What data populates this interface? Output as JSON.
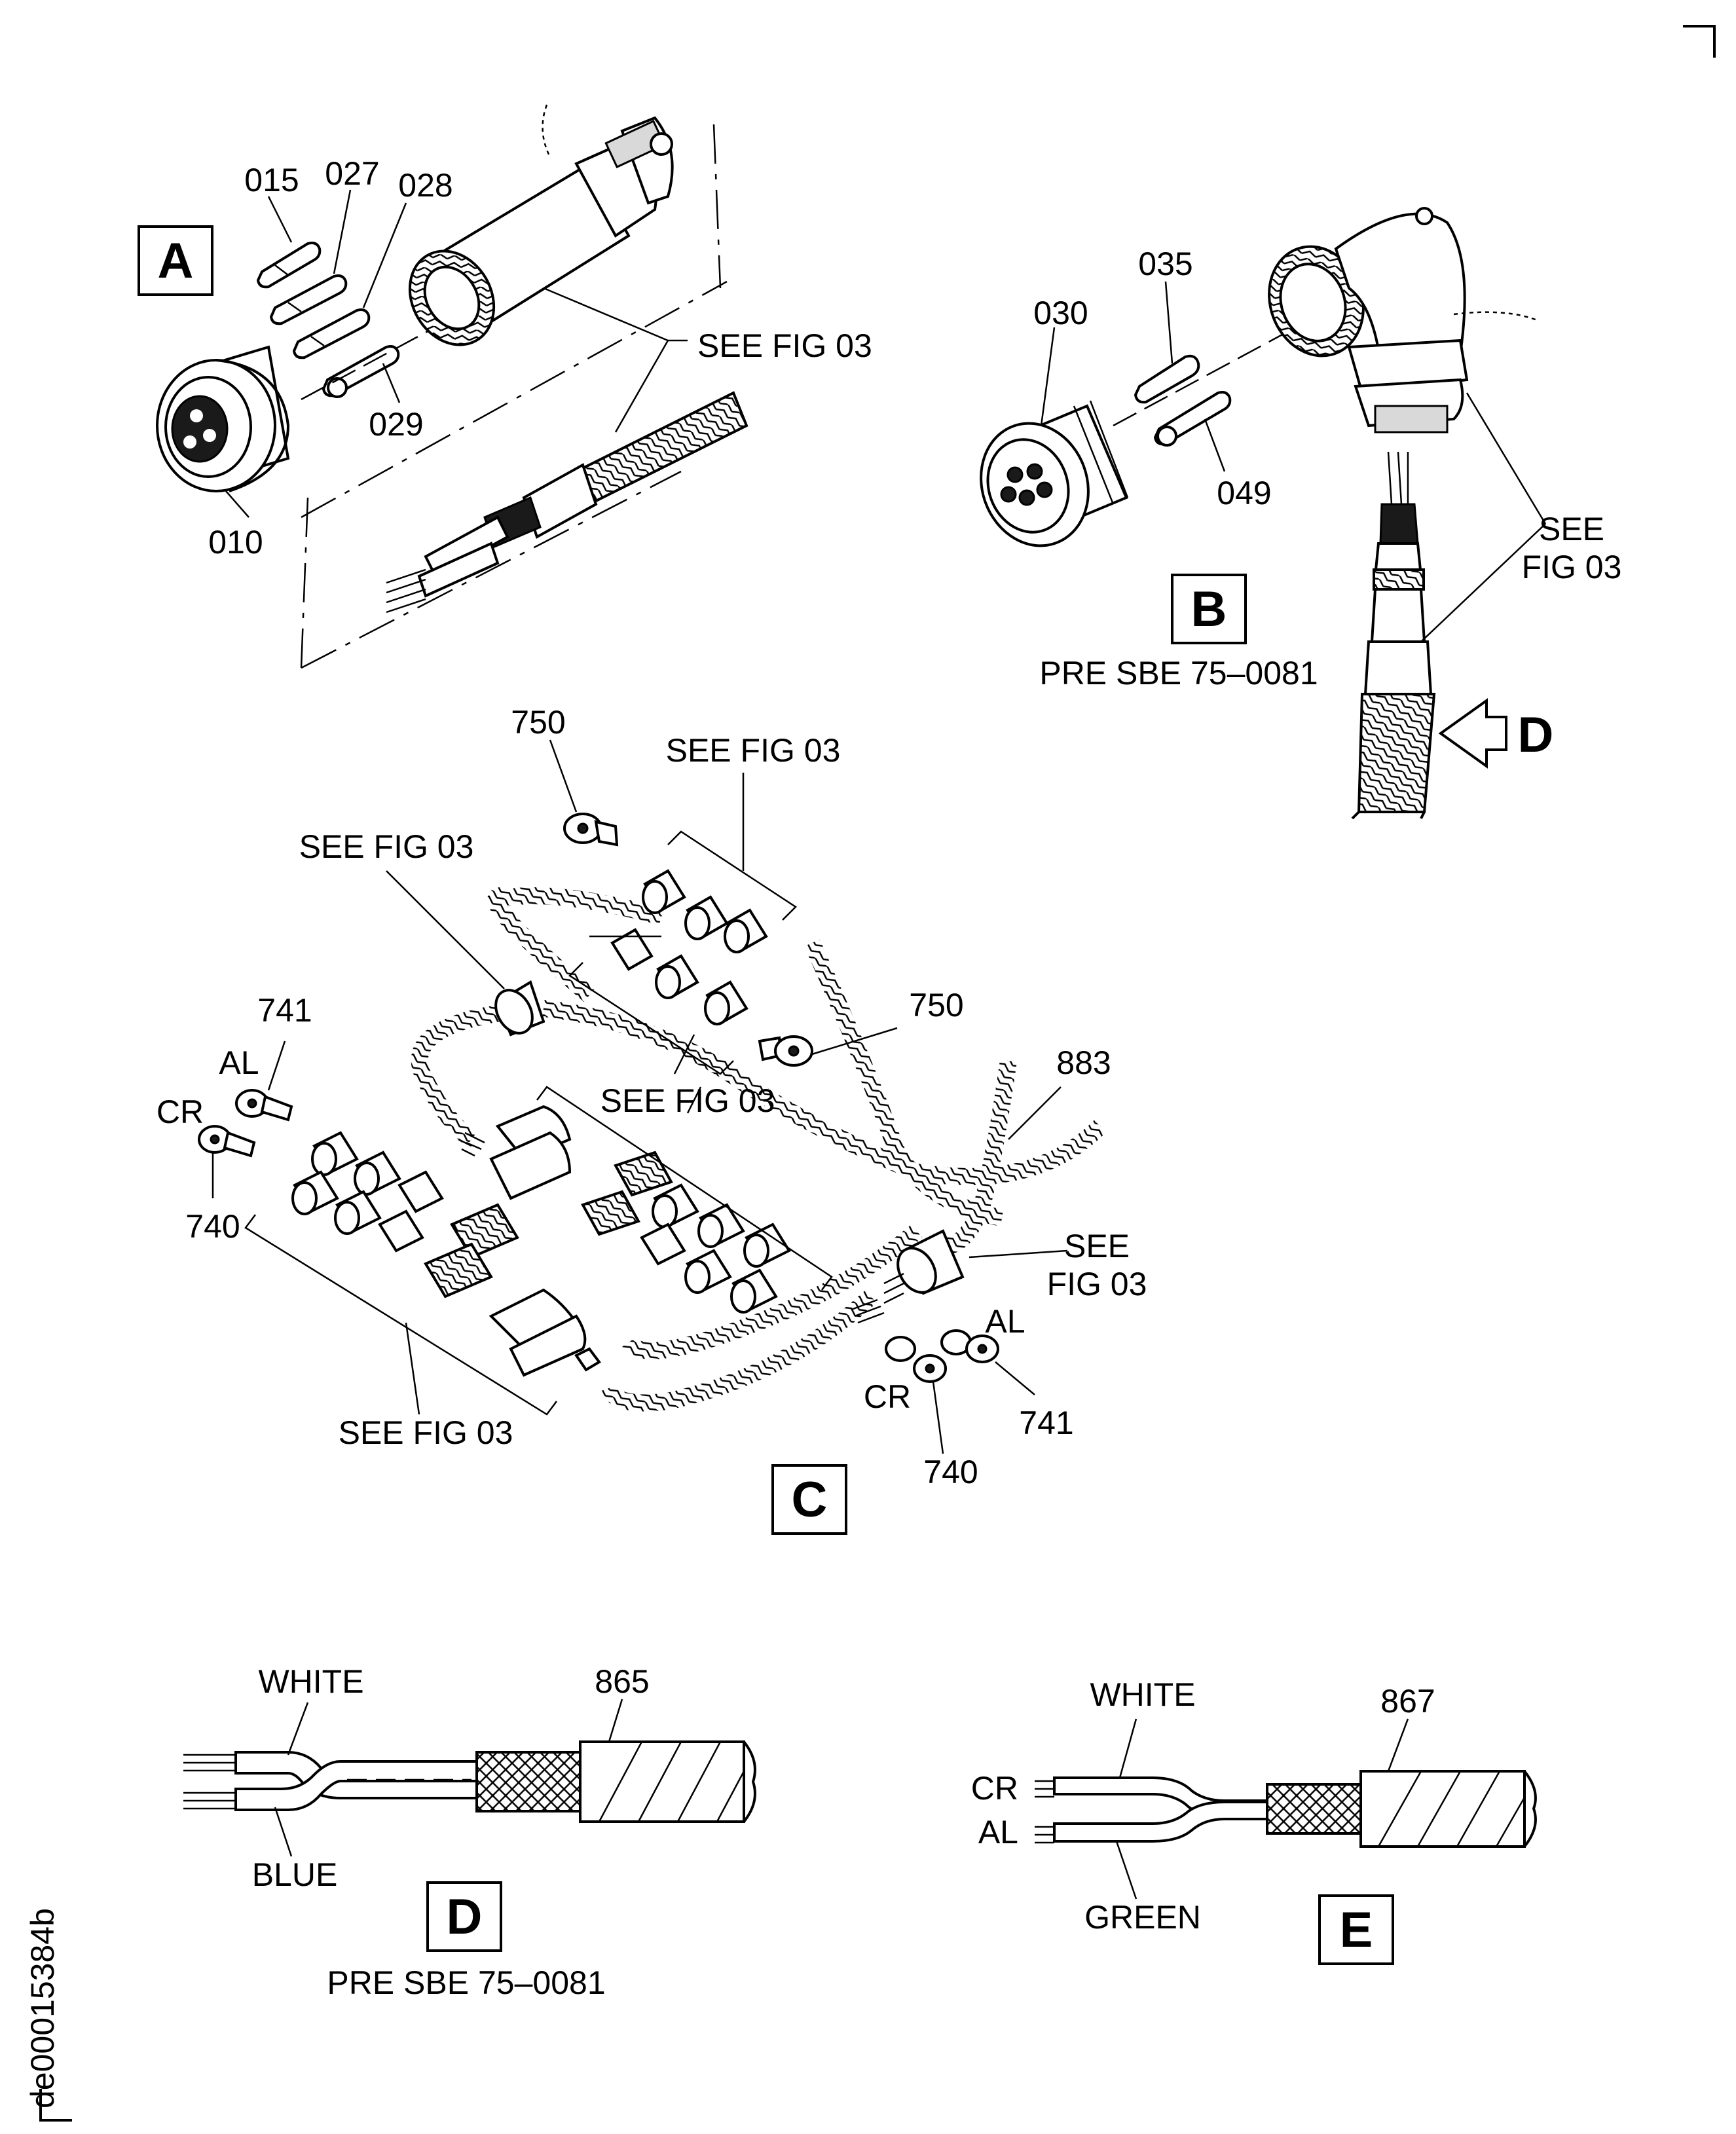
{
  "detail_a": {
    "letter": "A",
    "parts": [
      "015",
      "027",
      "028",
      "029",
      "010"
    ],
    "see_fig": "SEE FIG 03"
  },
  "detail_b": {
    "letter": "B",
    "parts": [
      "035",
      "030",
      "049"
    ],
    "see_fig_line1": "SEE",
    "see_fig_line2": "FIG 03",
    "pre_sbe": "PRE SBE 75–0081",
    "view_arrow": "D"
  },
  "detail_c": {
    "letter": "C",
    "labels": {
      "p750_top": "750",
      "see_fig_top": "SEE FIG 03",
      "see_fig_left": "SEE FIG 03",
      "p741_left": "741",
      "al_left": "AL",
      "cr_left": "CR",
      "p740_left": "740",
      "p750_right": "750",
      "see_fig_mid": "SEE FIG 03",
      "p883": "883",
      "see_right_1": "SEE",
      "see_right_2": "FIG 03",
      "al_right": "AL",
      "cr_right": "CR",
      "p741_right": "741",
      "p740_right": "740",
      "see_fig_bottom": "SEE FIG 03"
    }
  },
  "detail_d": {
    "letter": "D",
    "white": "WHITE",
    "part": "865",
    "blue": "BLUE",
    "pre_sbe": "PRE SBE 75–0081"
  },
  "detail_e": {
    "letter": "E",
    "white": "WHITE",
    "part": "867",
    "cr": "CR",
    "al": "AL",
    "green": "GREEN"
  },
  "drawing_id": "de00015384b"
}
